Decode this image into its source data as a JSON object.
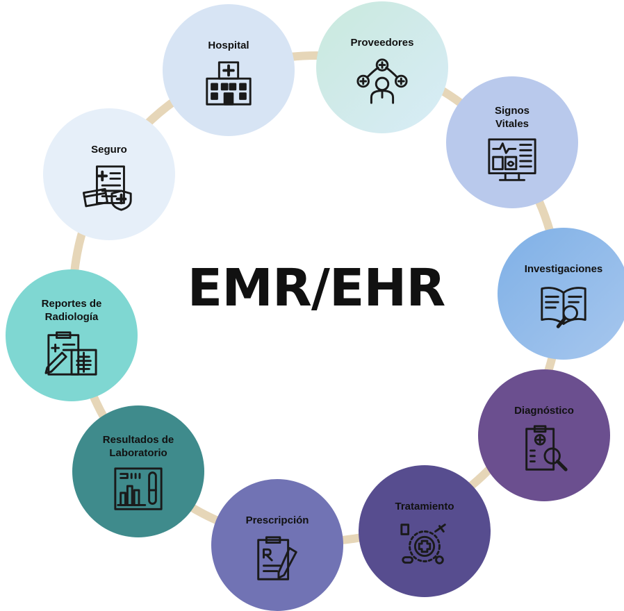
{
  "diagram": {
    "center_title": "EMR/EHR",
    "ring_color": "#e6d6b8",
    "nodes": [
      {
        "id": "hospital",
        "label": "Hospital",
        "icon": "hospital-building-icon",
        "color": "#d7e4f4"
      },
      {
        "id": "proveedores",
        "label": "Proveedores",
        "icon": "doctor-network-icon",
        "color": "#cdeadf"
      },
      {
        "id": "signos",
        "label": "Signos\nVitales",
        "icon": "vital-signs-monitor-icon",
        "color": "#b9c9ec"
      },
      {
        "id": "investigaciones",
        "label": "Investigaciones",
        "icon": "book-magnifier-icon",
        "color": "#8fb5e6"
      },
      {
        "id": "diagnostico",
        "label": "Diagnóstico",
        "icon": "clipboard-magnifier-icon",
        "color": "#6b4f8f"
      },
      {
        "id": "tratamiento",
        "label": "Tratamiento",
        "icon": "medical-cross-pills-icon",
        "color": "#574d8f"
      },
      {
        "id": "prescripcion",
        "label": "Prescripción",
        "icon": "prescription-pen-icon",
        "color": "#7173b4"
      },
      {
        "id": "laboratorio",
        "label": "Resultados de\nLaboratorio",
        "icon": "lab-results-icon",
        "color": "#3f8b8c"
      },
      {
        "id": "radiologia",
        "label": "Reportes de\nRadiología",
        "icon": "radiology-clipboard-icon",
        "color": "#7fd7d2"
      },
      {
        "id": "seguro",
        "label": "Seguro",
        "icon": "insurance-shield-icon",
        "color": "#e6eff9"
      }
    ]
  }
}
